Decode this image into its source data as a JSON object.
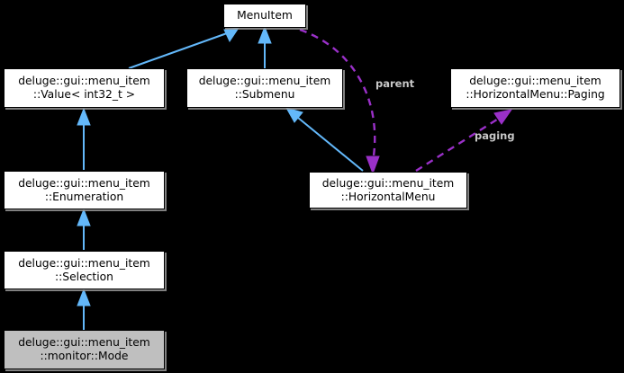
{
  "diagram": {
    "kind": "uml-inheritance-collaboration-graph",
    "background_color": "#000000",
    "inheritance_edge_color": "#63b8fa",
    "association_edge_color": "#9a30c8",
    "node_fill": "#ffffff",
    "node_highlight_fill": "#bfbfbf",
    "node_border": "#000000",
    "edge_label_color": "#c8c8c8",
    "nodes": [
      {
        "id": "menuitem",
        "label": "MenuItem",
        "highlighted": false
      },
      {
        "id": "value_int32",
        "label": "deluge::gui::menu_item\n::Value< int32_t >",
        "highlighted": false
      },
      {
        "id": "submenu",
        "label": "deluge::gui::menu_item\n::Submenu",
        "highlighted": false
      },
      {
        "id": "paging",
        "label": "deluge::gui::menu_item\n::HorizontalMenu::Paging",
        "highlighted": false
      },
      {
        "id": "horizontalmenu",
        "label": "deluge::gui::menu_item\n::HorizontalMenu",
        "highlighted": false
      },
      {
        "id": "enumeration",
        "label": "deluge::gui::menu_item\n::Enumeration",
        "highlighted": false
      },
      {
        "id": "selection",
        "label": "deluge::gui::menu_item\n::Selection",
        "highlighted": false
      },
      {
        "id": "mode",
        "label": "deluge::gui::menu_item\n::monitor::Mode",
        "highlighted": true
      }
    ],
    "edges": [
      {
        "from": "value_int32",
        "to": "menuitem",
        "type": "inheritance",
        "label": ""
      },
      {
        "from": "submenu",
        "to": "menuitem",
        "type": "inheritance",
        "label": ""
      },
      {
        "from": "horizontalmenu",
        "to": "submenu",
        "type": "inheritance",
        "label": ""
      },
      {
        "from": "menuitem",
        "to": "horizontalmenu",
        "type": "association",
        "label": "parent"
      },
      {
        "from": "horizontalmenu",
        "to": "paging",
        "type": "association",
        "label": "paging"
      },
      {
        "from": "enumeration",
        "to": "value_int32",
        "type": "inheritance",
        "label": ""
      },
      {
        "from": "selection",
        "to": "enumeration",
        "type": "inheritance",
        "label": ""
      },
      {
        "from": "mode",
        "to": "selection",
        "type": "inheritance",
        "label": ""
      }
    ],
    "edge_labels": [
      {
        "id": "parent",
        "text": "parent"
      },
      {
        "id": "paging",
        "text": "paging"
      }
    ]
  }
}
